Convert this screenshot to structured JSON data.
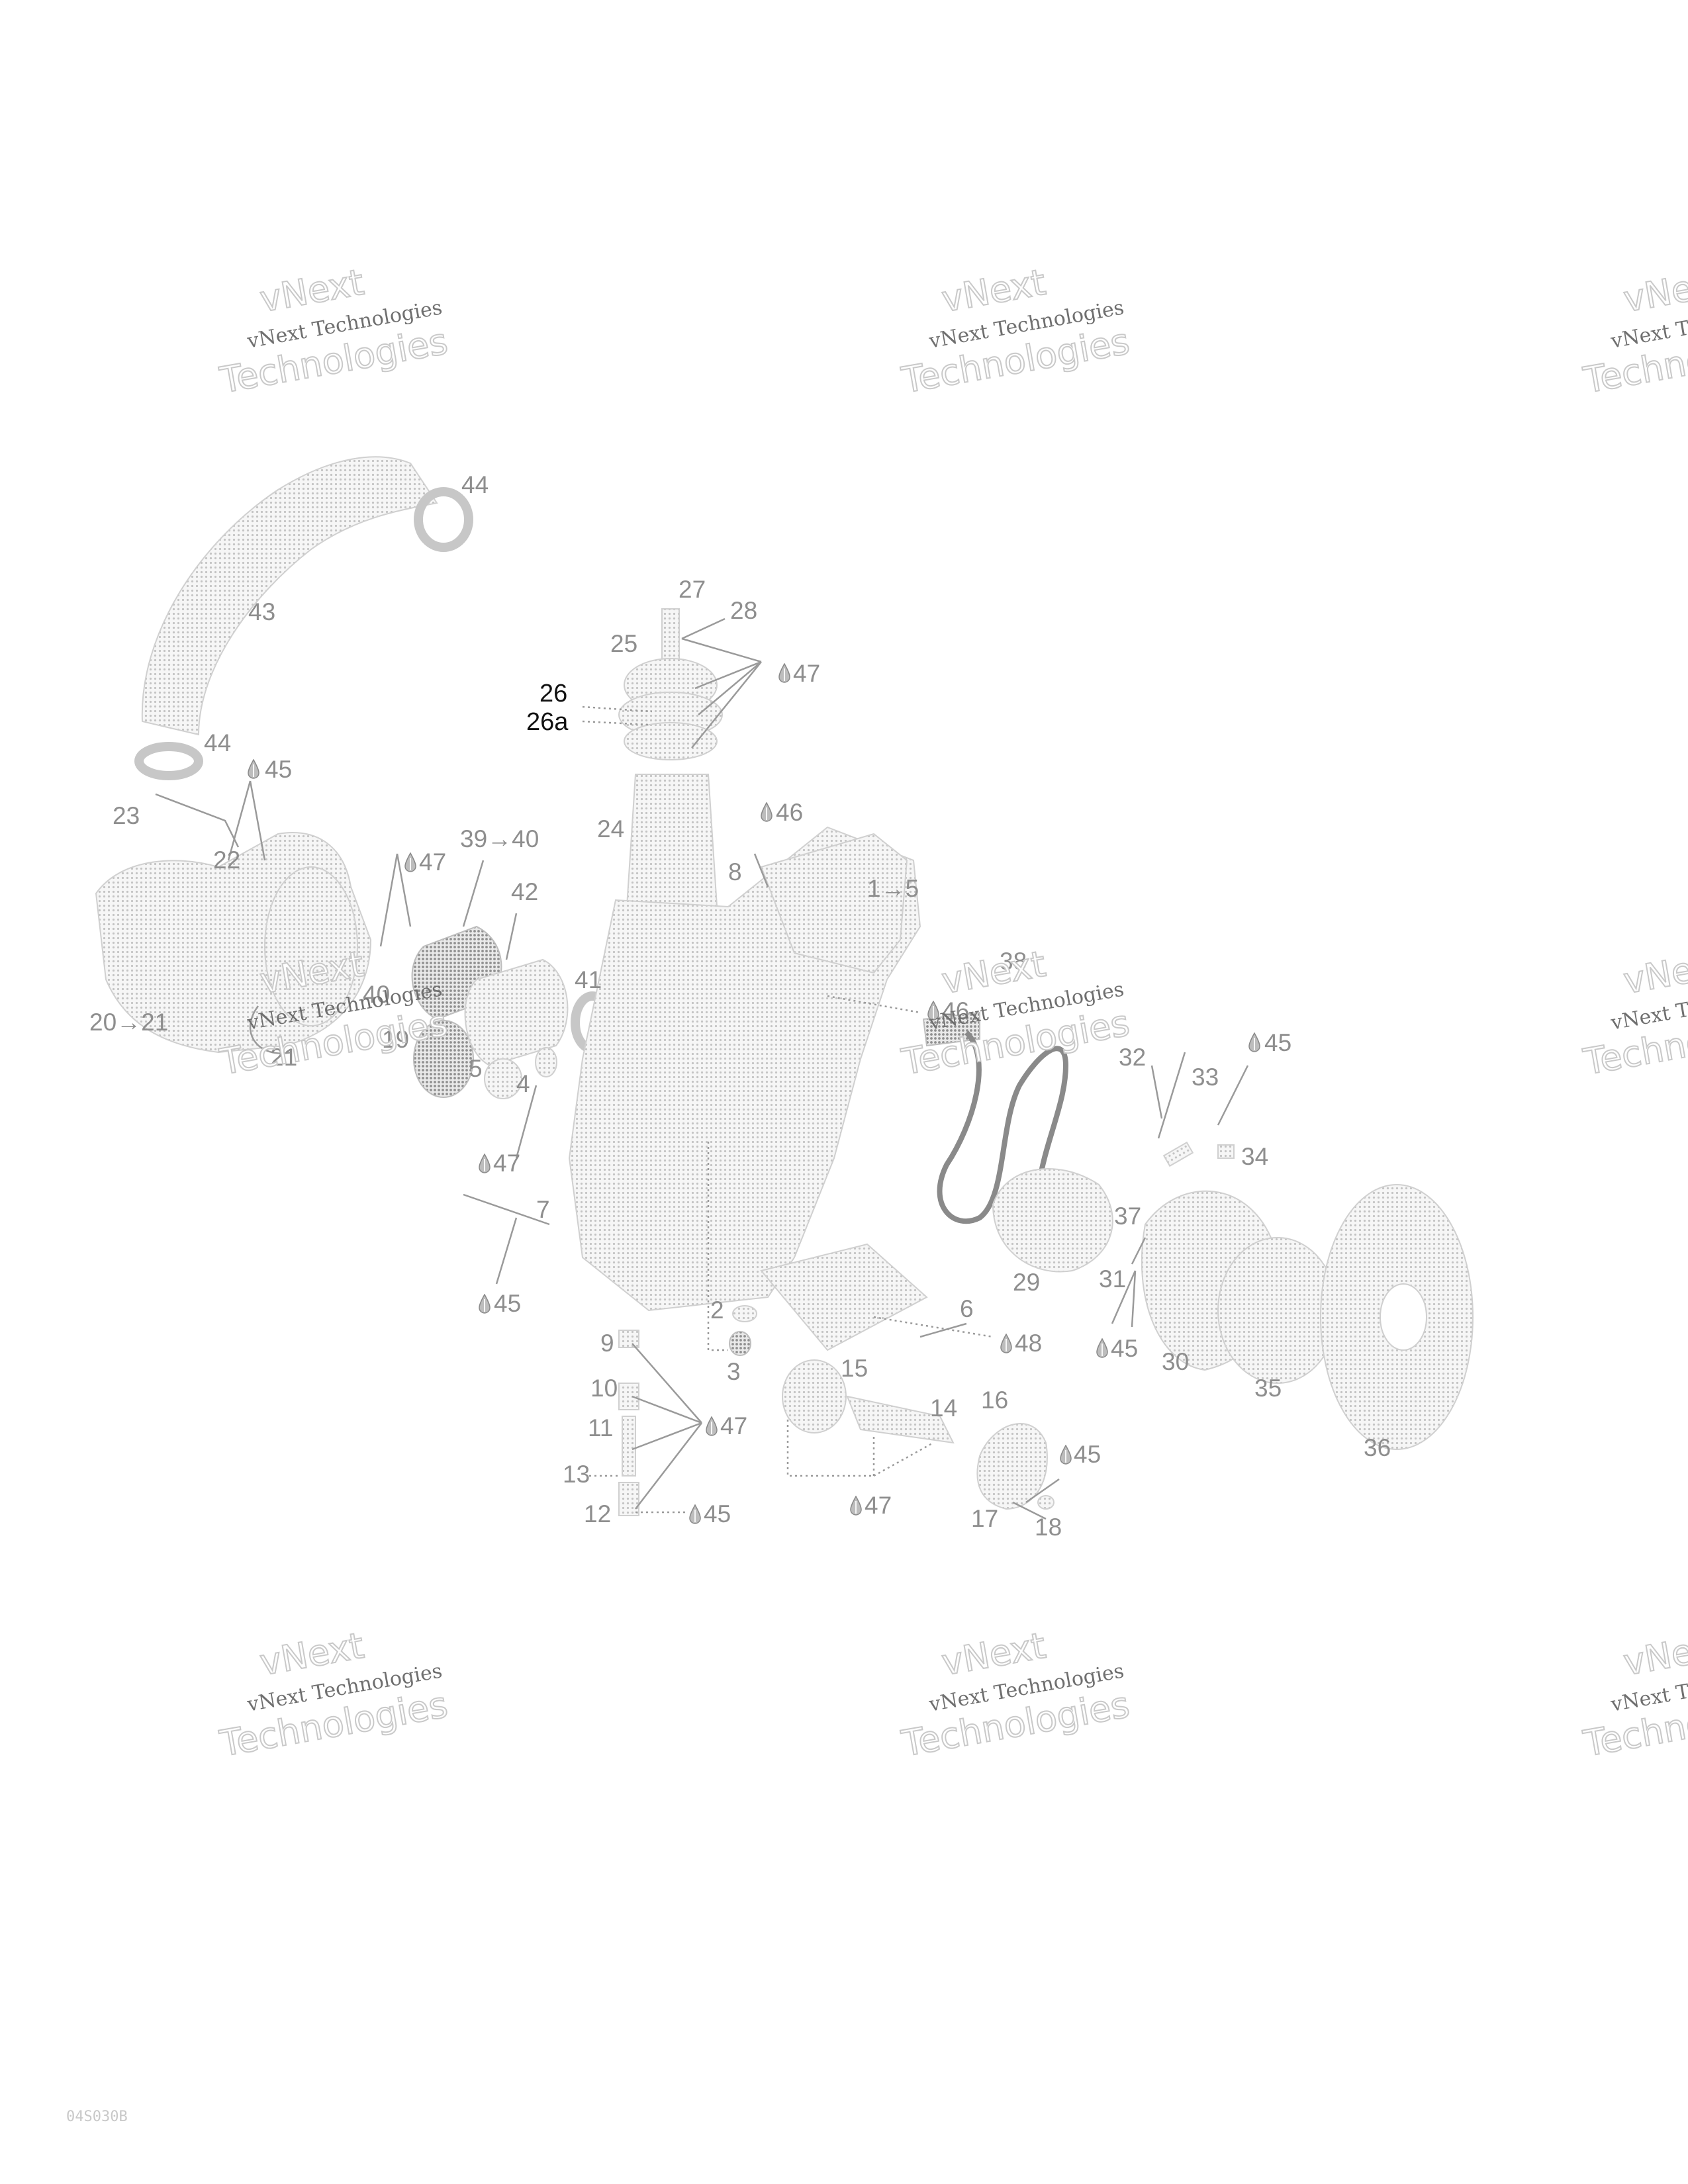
{
  "watermark": {
    "line1": "vNext Technologies",
    "line2": "vNext",
    "line3": "Technologies"
  },
  "figure_code": "04S030B",
  "callouts": [
    {
      "id": "c44a",
      "text": "44"
    },
    {
      "id": "c43",
      "text": "43"
    },
    {
      "id": "c27",
      "text": "27"
    },
    {
      "id": "c28",
      "text": "28"
    },
    {
      "id": "c25",
      "text": "25"
    },
    {
      "id": "c47a",
      "text": "47"
    },
    {
      "id": "c26",
      "text": "26"
    },
    {
      "id": "c26a",
      "text": "26a"
    },
    {
      "id": "c44b",
      "text": "44"
    },
    {
      "id": "c45a",
      "text": "45"
    },
    {
      "id": "c23",
      "text": "23"
    },
    {
      "id": "c46a",
      "text": "46"
    },
    {
      "id": "c22",
      "text": "22"
    },
    {
      "id": "c24",
      "text": "24"
    },
    {
      "id": "c47b",
      "text": "47"
    },
    {
      "id": "c3940",
      "text": "39→40"
    },
    {
      "id": "c8",
      "text": "8"
    },
    {
      "id": "c15",
      "text": "1→5"
    },
    {
      "id": "c42",
      "text": "42"
    },
    {
      "id": "c38",
      "text": "38"
    },
    {
      "id": "c41",
      "text": "41"
    },
    {
      "id": "c40",
      "text": "40"
    },
    {
      "id": "c46b",
      "text": "46"
    },
    {
      "id": "c2021",
      "text": "20→21"
    },
    {
      "id": "c21",
      "text": "21"
    },
    {
      "id": "c19",
      "text": "19"
    },
    {
      "id": "c5",
      "text": "5"
    },
    {
      "id": "c4",
      "text": "4"
    },
    {
      "id": "c32",
      "text": "32"
    },
    {
      "id": "c45b",
      "text": "45"
    },
    {
      "id": "c33",
      "text": "33"
    },
    {
      "id": "c34",
      "text": "34"
    },
    {
      "id": "c47c",
      "text": "47"
    },
    {
      "id": "c7",
      "text": "7"
    },
    {
      "id": "c37",
      "text": "37"
    },
    {
      "id": "c31",
      "text": "31"
    },
    {
      "id": "c29",
      "text": "29"
    },
    {
      "id": "c45c",
      "text": "45"
    },
    {
      "id": "c2",
      "text": "2"
    },
    {
      "id": "c6",
      "text": "6"
    },
    {
      "id": "c9",
      "text": "9"
    },
    {
      "id": "c48",
      "text": "48"
    },
    {
      "id": "c45d",
      "text": "45"
    },
    {
      "id": "c30",
      "text": "30"
    },
    {
      "id": "c3",
      "text": "3"
    },
    {
      "id": "c15b",
      "text": "15"
    },
    {
      "id": "c35",
      "text": "35"
    },
    {
      "id": "c10",
      "text": "10"
    },
    {
      "id": "c47d",
      "text": "47"
    },
    {
      "id": "c11",
      "text": "11"
    },
    {
      "id": "c14",
      "text": "14"
    },
    {
      "id": "c16",
      "text": "16"
    },
    {
      "id": "c36",
      "text": "36"
    },
    {
      "id": "c13",
      "text": "13"
    },
    {
      "id": "c45e",
      "text": "45"
    },
    {
      "id": "c47e",
      "text": "47"
    },
    {
      "id": "c12",
      "text": "12"
    },
    {
      "id": "c45f",
      "text": "45"
    },
    {
      "id": "c17",
      "text": "17"
    },
    {
      "id": "c18",
      "text": "18"
    }
  ]
}
